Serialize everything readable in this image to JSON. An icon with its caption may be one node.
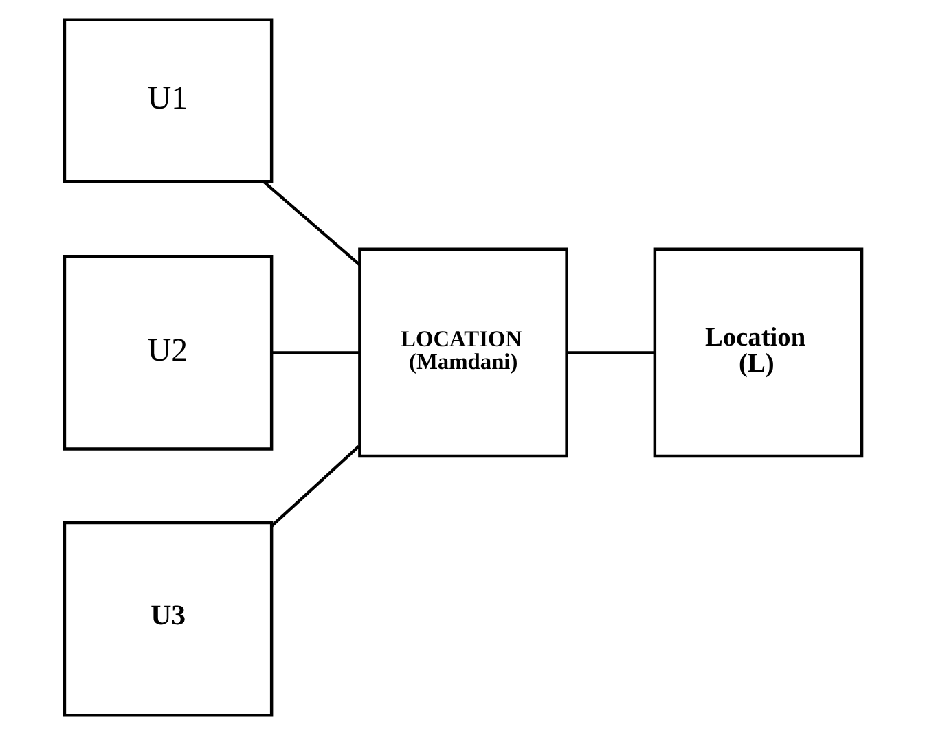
{
  "diagram": {
    "nodes": [
      {
        "text": [
          "U1"
        ]
      },
      {
        "text": [
          "U2"
        ]
      },
      {
        "text": [
          "U3"
        ]
      },
      {
        "text": [
          "LOCATION (Mamdani)"
        ]
      },
      {
        "text": [
          "Location (L)"
        ]
      }
    ],
    "edges": [
      {
        "from": 0,
        "to": 3,
        "arrow": "none"
      },
      {
        "from": 1,
        "to": 3,
        "arrow": "none"
      },
      {
        "from": 2,
        "to": 3,
        "arrow": "none"
      },
      {
        "from": 3,
        "to": 4,
        "arrow": "none"
      }
    ]
  }
}
